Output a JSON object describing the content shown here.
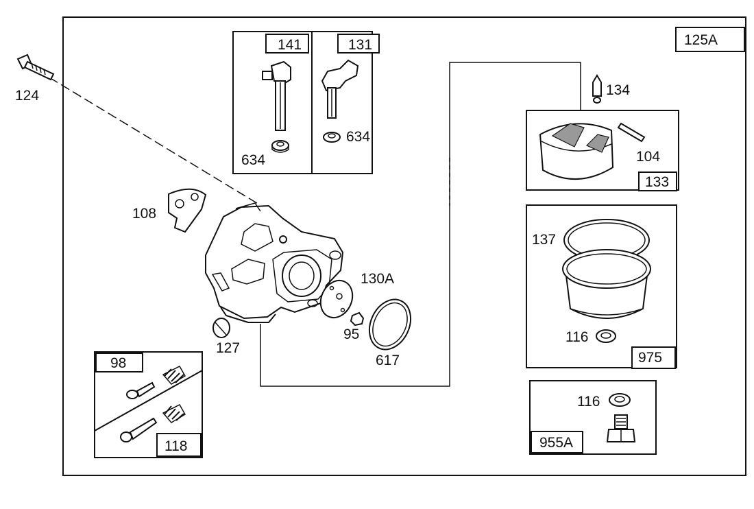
{
  "diagram": {
    "assembly_number": "125A",
    "callouts": {
      "p124": "124",
      "p108": "108",
      "p127": "127",
      "p130a": "130A",
      "p95": "95",
      "p617": "617",
      "p134": "134",
      "p104": "104",
      "p137": "137",
      "p116a": "116",
      "p116b": "116",
      "p634a": "634",
      "p634b": "634"
    },
    "kit_boxes": {
      "k141": "141",
      "k131": "131",
      "k133": "133",
      "k975": "975",
      "k955a": "955A",
      "k98": "98",
      "k118": "118"
    }
  }
}
